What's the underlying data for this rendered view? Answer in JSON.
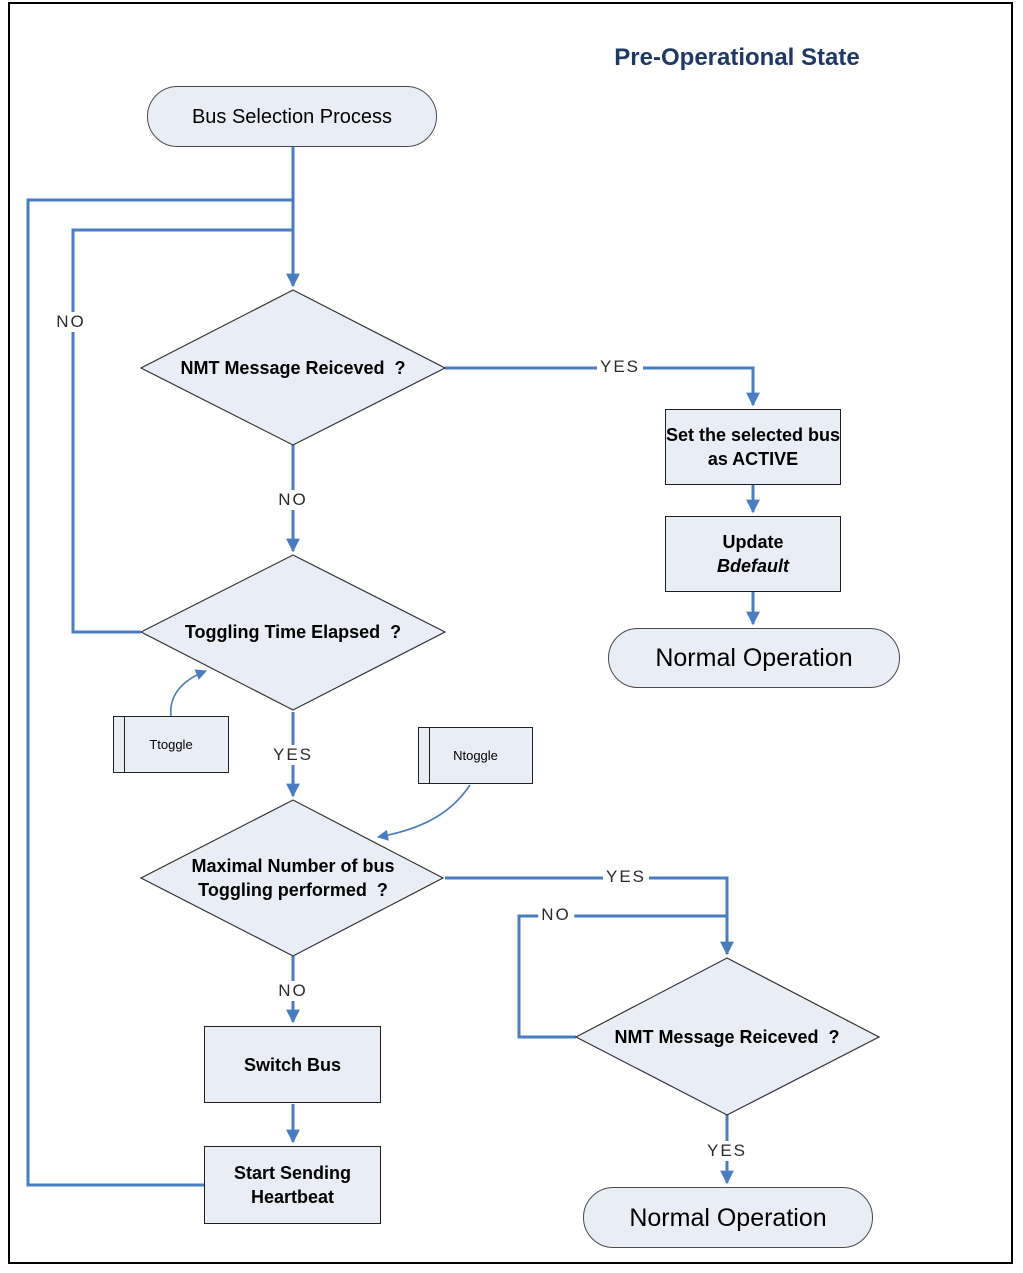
{
  "title": "Pre-Operational State",
  "colors": {
    "flow_line": "#4A7CC0",
    "shape_fill": "#E9EEF6",
    "title": "#1F3864"
  },
  "nodes": {
    "start": {
      "label": "Bus Selection Process"
    },
    "decision_nmt_1": {
      "label": "NMT Message Reiceved  ?"
    },
    "box_set_active": {
      "line1": "Set the selected bus",
      "line2": "as ACTIVE"
    },
    "box_update": {
      "line1": "Update",
      "line2": "Bdefault"
    },
    "terminal_normal_1": {
      "label": "Normal Operation"
    },
    "decision_toggling_time": {
      "label": "Toggling Time Elapsed  ?"
    },
    "ref_ttoggle": {
      "label": "Ttoggle"
    },
    "ref_ntoggle": {
      "label": "Ntoggle"
    },
    "decision_max_toggling": {
      "line1": "Maximal Number of bus",
      "line2": "Toggling performed  ?"
    },
    "box_switch_bus": {
      "label": "Switch Bus"
    },
    "box_heartbeat": {
      "line1": "Start Sending",
      "line2": "Heartbeat"
    },
    "decision_nmt_2": {
      "label": "NMT Message Reiceved  ?"
    },
    "terminal_normal_2": {
      "label": "Normal Operation"
    }
  },
  "edge_labels": {
    "loop_no": "NO",
    "nmt1_yes": "YES",
    "nmt1_no": "NO",
    "toggling_yes": "YES",
    "max_yes": "YES",
    "max_no": "NO",
    "nmt2_no": "NO",
    "nmt2_yes": "YES"
  }
}
